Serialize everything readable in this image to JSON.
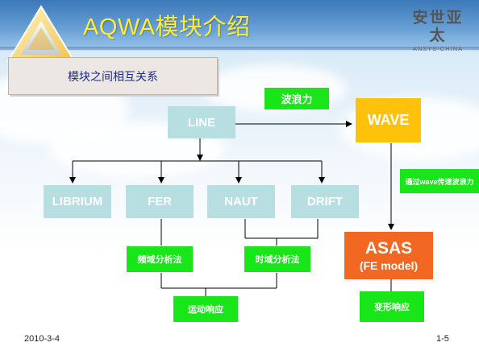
{
  "slide": {
    "title": "AQWA模块介绍",
    "brand": {
      "name_cn": "安世亚太",
      "name_en": "ANSYS-CHINA"
    },
    "subtitle": "模块之间相互关系",
    "footer": {
      "date": "2010-3-4",
      "page": "1-5"
    }
  },
  "diagram": {
    "modules": {
      "line": "LINE",
      "librium": "LIBRIUM",
      "fer": "FER",
      "naut": "NAUT",
      "drift": "DRIFT"
    },
    "wave": "WAVE",
    "asas": {
      "title": "ASAS",
      "subtitle": "(FE model)"
    },
    "tags": {
      "wave_force": "波浪力",
      "freq_domain": "频域分析法",
      "time_domain": "时域分析法",
      "motion_response": "运动响应",
      "deformation_response": "变形响应",
      "transfer_pressure": "通过wave传递波浪力"
    }
  },
  "colors": {
    "module": "#b7dfe2",
    "tag": "#19e619",
    "wave": "#ffc20a",
    "asas": "#f26722",
    "title": "#ffeb3b",
    "subtitle_text": "#1a2a8a"
  }
}
